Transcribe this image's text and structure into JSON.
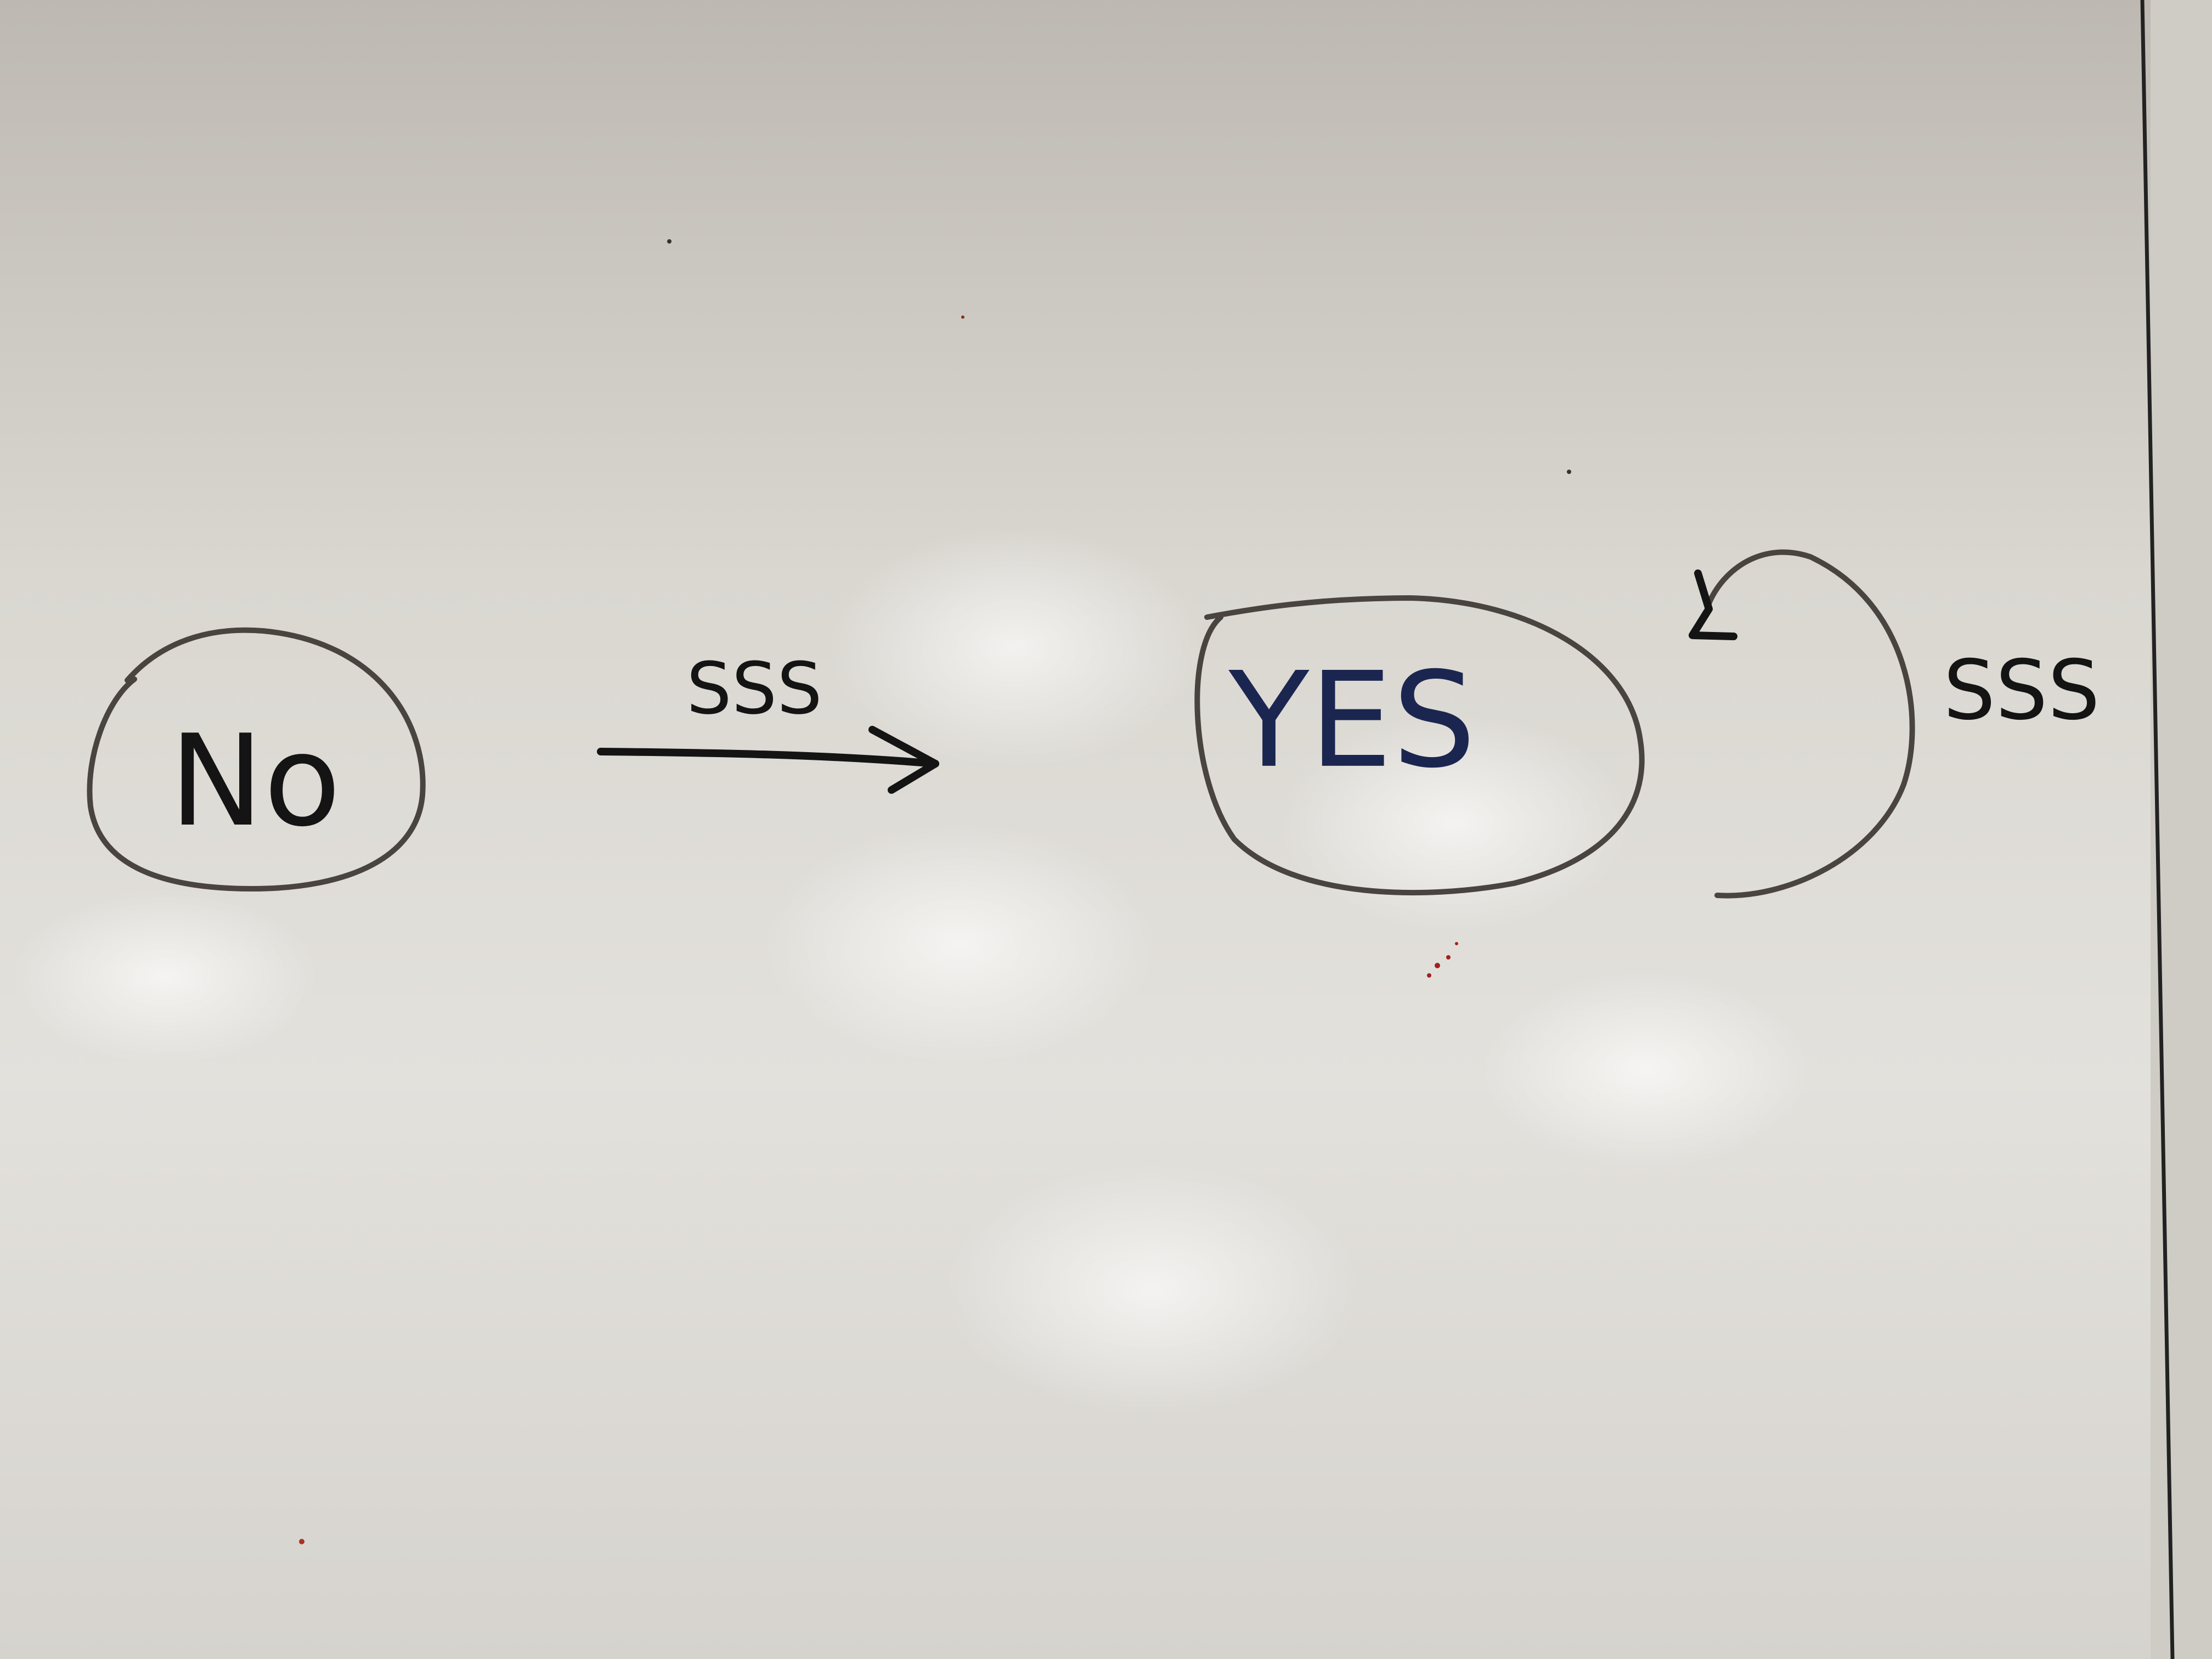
{
  "diagram": {
    "states": [
      {
        "id": "no",
        "label": "No"
      },
      {
        "id": "yes",
        "label": "YES"
      }
    ],
    "transitions": [
      {
        "from": "no",
        "to": "yes",
        "label": "SSS"
      },
      {
        "from": "yes",
        "to": "yes",
        "label": "SSS"
      }
    ]
  },
  "colors": {
    "board": "#e6e4df",
    "marker_black": "#141414",
    "marker_blue": "#1b2650",
    "circle_outline": "#4a4440"
  }
}
